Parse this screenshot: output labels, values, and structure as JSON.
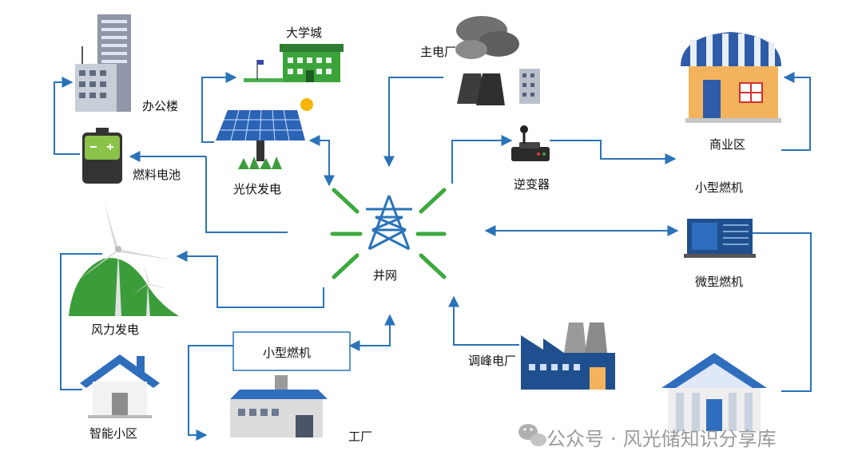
{
  "labels": {
    "office": "办公楼",
    "fuel_cell": "燃料电池",
    "university": "大学城",
    "photovoltaic": "光伏发电",
    "main_plant": "主电厂",
    "inverter": "逆变器",
    "commercial": "商业区",
    "small_turbine_right": "小型燃机",
    "micro_turbine": "微型燃机",
    "grid": "并网",
    "wind": "风力发电",
    "small_turbine_box": "小型燃机",
    "peak_plant": "调峰电厂",
    "smart_community": "智能小区",
    "factory": "工厂"
  },
  "watermark": {
    "account_type": "公众号",
    "separator": "·",
    "account_name": "风光储知识分享库"
  },
  "colors": {
    "connector": "#2a73b8",
    "hub_spokes": "#3da83d",
    "building_blue": "#2f6dbd"
  }
}
